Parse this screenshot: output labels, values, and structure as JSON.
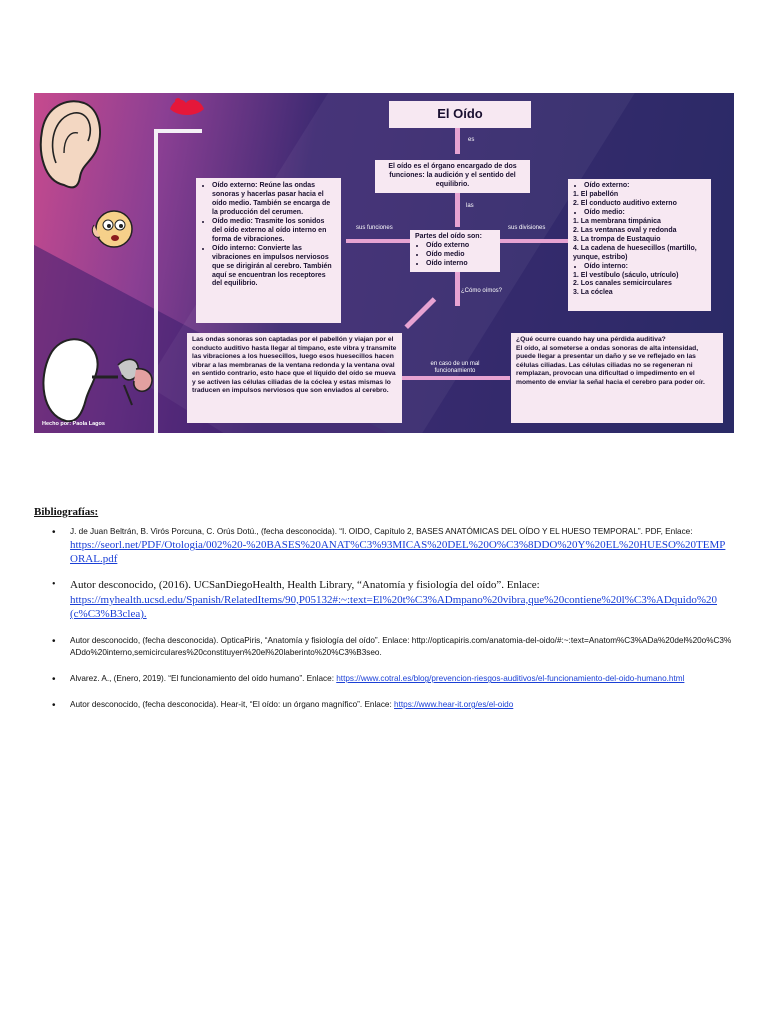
{
  "poster": {
    "title": "El Oído",
    "labels": {
      "es": "es",
      "las": "las",
      "sus_funciones": "sus funciones",
      "sus_divisiones": "sus divisiones",
      "como_oimos": "¿Cómo oímos?",
      "en_caso": "en caso de un mal funcionamiento"
    },
    "definition": "El oído es el órgano encargado de dos funciones: la audición y el sentido del equilibrio.",
    "parts": {
      "heading": "Partes del oído son:",
      "items": [
        "Oído externo",
        "Oído medio",
        "Oído interno"
      ]
    },
    "functions": [
      "Oído externo: Reúne las ondas sonoras y hacerlas pasar hacia el oído medio. También se encarga de la producción del cerumen.",
      "Oído medio: Trasmite los sonidos del oído externo al oído interno en forma de vibraciones.",
      "Oído interno: Convierte las vibraciones en impulsos nerviosos que se dirigirán al cerebro. También aquí se encuentran los receptores del equilibrio."
    ],
    "divisions": {
      "externo": "Oído externo:",
      "externo_items": [
        "1. El pabellón",
        "2. El conducto auditivo externo"
      ],
      "medio": "Oído medio:",
      "medio_items": [
        "1. La membrana timpánica",
        "2. Las ventanas oval y redonda",
        "3. La trompa de Eustaquio",
        "4.  La cadena de huesecillos (martillo, yunque, estribo)"
      ],
      "interno": "Oído interno:",
      "interno_items": [
        "1. El vestíbulo (sáculo, utrículo)",
        "2. Los canales semicirculares",
        "3. La cóclea"
      ]
    },
    "how": "Las ondas sonoras son captadas por el pabellón y viajan por el conducto auditivo hasta llegar al tímpano, este vibra y transmite las vibraciones a los huesecillos, luego esos huesecillos hacen vibrar a las membranas de la ventana redonda y la ventana oval en sentido contrario, esto hace que el líquido del oído se mueva y se activen las células ciliadas de la cóclea y estas mismas lo traducen en impulsos nerviosos que son enviados al cerebro.",
    "loss": {
      "question": "¿Qué ocurre cuando hay una pérdida auditiva?",
      "text": "El oído, al someterse a ondas sonoras de alta intensidad, puede llegar a presentar un daño y se ve reflejado en las células ciliadas. Las células ciliadas no se regeneran ni remplazan, provocan una dificultad o impedimento en el momento de enviar la señal hacia el cerebro para poder oír."
    },
    "credit": "Hecho por: Paola Lagos"
  },
  "bibliography": {
    "title": "Bibliografías:",
    "items": [
      {
        "text": "J. de Juan Beltrán, B. Virós Porcuna, C. Orús Dotú., (fecha desconocida).  “I. OIDO, Capítulo 2, BASES ANATÓMICAS DEL OÍDO Y EL HUESO TEMPORAL”. PDF, Enlace:",
        "link": "https://seorl.net/PDF/Otologia/002%20-%20BASES%20ANAT%C3%93MICAS%20DEL%20O%C3%8DDO%20Y%20EL%20HUESO%20TEMPORAL.pdf"
      },
      {
        "text": "Autor desconocido, (2016). UCSanDiegoHealth, Health Library, “Anatomía y fisiología del oído”. Enlace:",
        "link": "https://myhealth.ucsd.edu/Spanish/RelatedItems/90,P05132#:~:text=El%20t%C3%ADmpano%20vibra,que%20contiene%20l%C3%ADquido%20(c%C3%B3clea)."
      },
      {
        "text": "Autor desconocido, (fecha desconocida). OpticaPiris, “Anatomía y fisiología del oído”. Enlace: http://opticapiris.com/anatomia-del-oido/#:~:text=Anatom%C3%ADa%20del%20o%C3%ADdo%20interno,semicirculares%20constituyen%20el%20laberinto%20%C3%B3seo.",
        "link": ""
      },
      {
        "text": "Alvarez. A., (Enero, 2019). “El funcionamiento del oído humano”. Enlace:",
        "link": "https://www.cotral.es/blog/prevencion-riesgos-auditivos/el-funcionamiento-del-oido-humano.html"
      },
      {
        "text": "Autor desconocido, (fecha desconocida). Hear-it, “El oído: un órgano magnífico”. Enlace:",
        "link": "https://www.hear-it.org/es/el-oido"
      }
    ]
  }
}
